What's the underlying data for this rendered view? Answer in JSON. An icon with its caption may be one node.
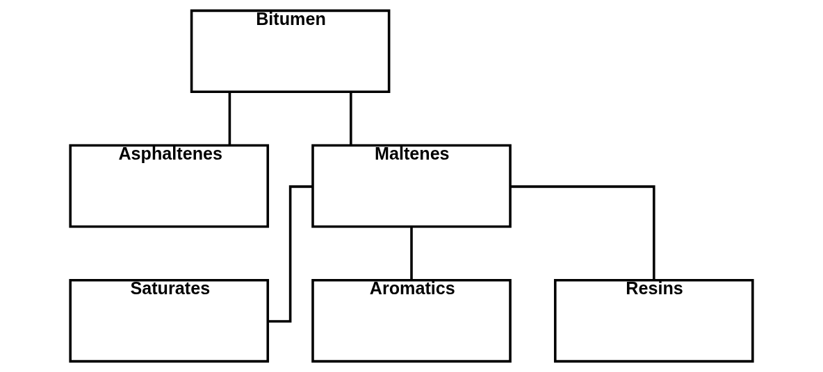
{
  "diagram": {
    "nodes": [
      {
        "text": [
          "Bitumen"
        ]
      },
      {
        "text": [
          "Asphaltenes"
        ]
      },
      {
        "text": [
          "Maltenes"
        ]
      },
      {
        "text": [
          "Saturates"
        ]
      },
      {
        "text": [
          "Aromatics"
        ]
      },
      {
        "text": [
          "Resins"
        ]
      }
    ],
    "edges": [
      {
        "from": 0,
        "to": 1,
        "arrow": "none"
      },
      {
        "from": 0,
        "to": 2,
        "arrow": "none"
      },
      {
        "from": 2,
        "to": 3,
        "arrow": "none"
      },
      {
        "from": 2,
        "to": 4,
        "arrow": "none"
      },
      {
        "from": 2,
        "to": 5,
        "arrow": "none"
      }
    ]
  }
}
